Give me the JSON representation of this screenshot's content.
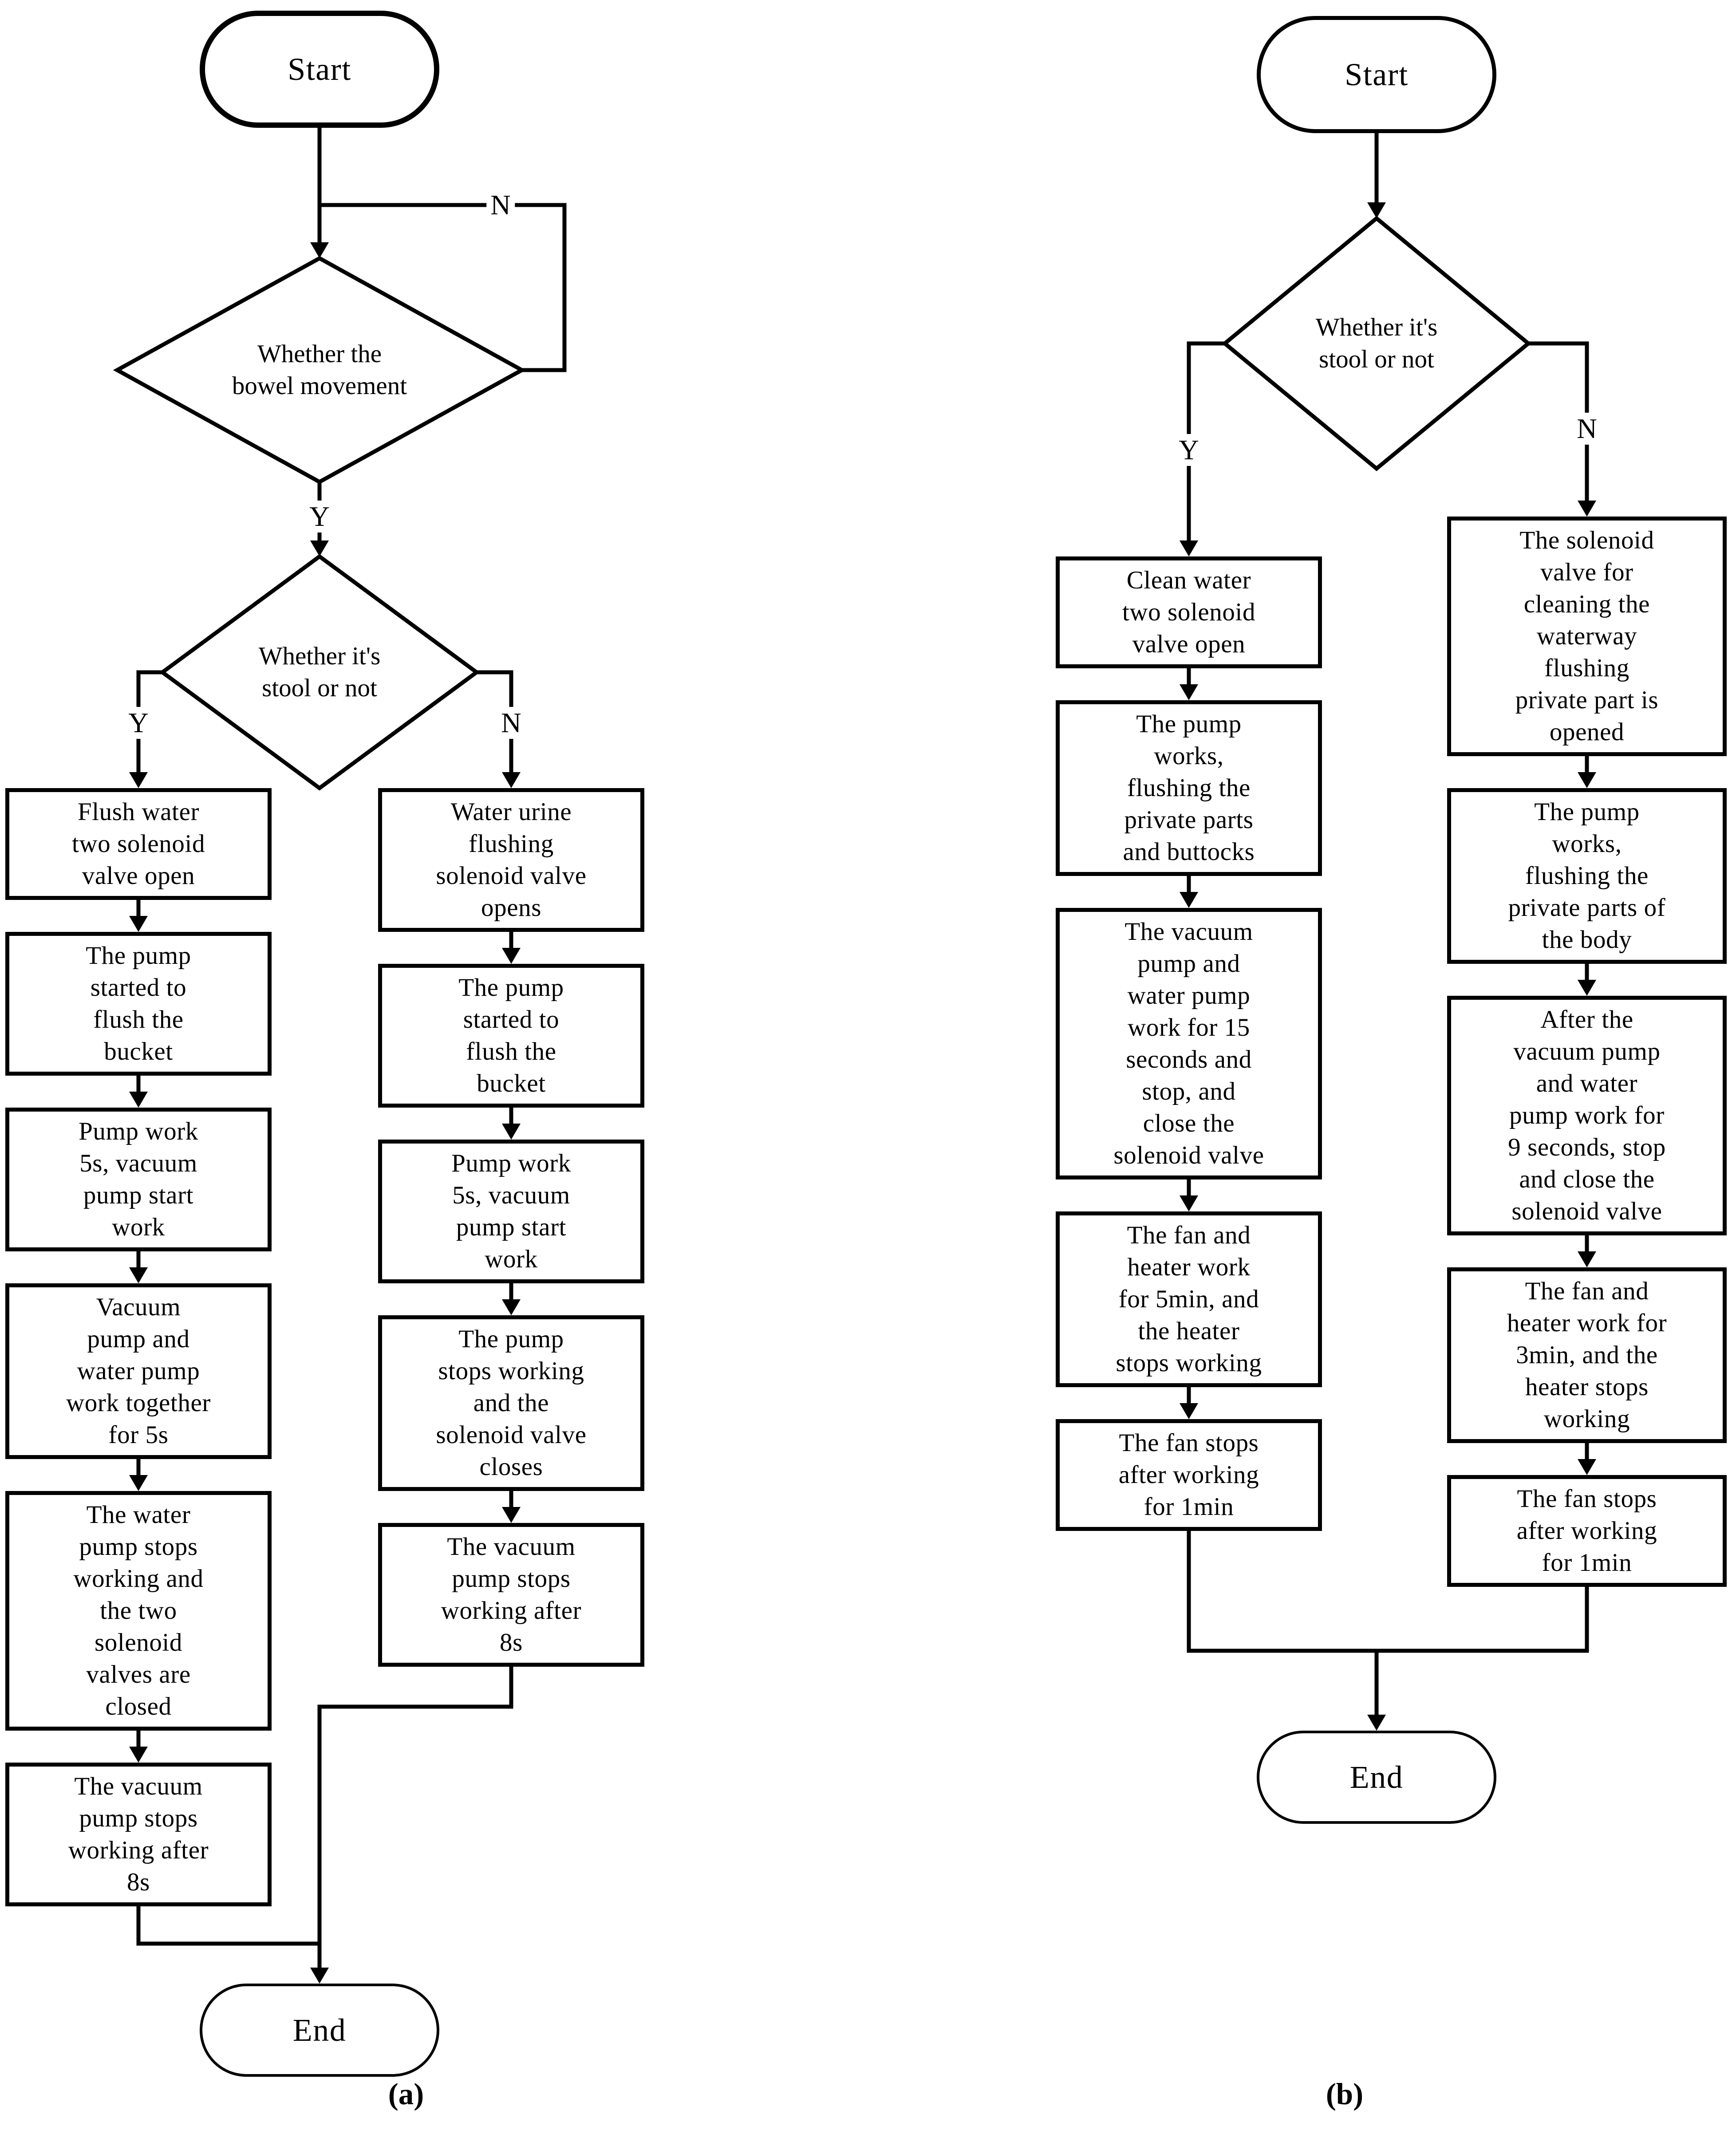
{
  "page": {
    "background": "#ffffff",
    "ink": "#000000"
  },
  "charts": [
    {
      "caption": "(a)",
      "start_label": "Start",
      "end_label": "End",
      "decision1": {
        "text": "Whether the\nbowel movement",
        "yes_label": "Y",
        "no_label": "N"
      },
      "decision2": {
        "text": "Whether it's\nstool or not",
        "yes_label": "Y",
        "no_label": "N"
      },
      "yes_branch": [
        "Flush water\ntwo solenoid\nvalve open",
        "The pump\nstarted to\nflush the\nbucket",
        "Pump work\n5s, vacuum\npump start\nwork",
        "Vacuum\npump and\nwater pump\nwork together\nfor 5s",
        "The water\npump stops\nworking and\nthe two\nsolenoid\nvalves are\nclosed",
        "The vacuum\npump stops\nworking after\n8s"
      ],
      "no_branch": [
        "Water urine\nflushing\nsolenoid valve\nopens",
        "The pump\nstarted to\nflush the\nbucket",
        "Pump work\n5s, vacuum\npump start\nwork",
        "The pump\nstops working\nand the\nsolenoid valve\ncloses",
        "The vacuum\npump stops\nworking after\n8s"
      ]
    },
    {
      "caption": "(b)",
      "start_label": "Start",
      "end_label": "End",
      "decision": {
        "text": "Whether it's\nstool or not",
        "yes_label": "Y",
        "no_label": "N"
      },
      "yes_branch": [
        "Clean water\ntwo solenoid\nvalve open",
        "The pump\nworks,\nflushing the\nprivate parts\nand buttocks",
        "The vacuum\npump and\nwater pump\nwork for 15\nseconds and\nstop, and\nclose the\nsolenoid valve",
        "The fan and\nheater work\nfor 5min, and\nthe heater\nstops working",
        "The fan stops\nafter working\nfor 1min"
      ],
      "no_branch": [
        "The solenoid\nvalve for\ncleaning the\nwaterway\nflushing\nprivate part is\nopened",
        "The pump\nworks,\nflushing the\nprivate parts of\nthe body",
        "After the\nvacuum pump\nand water\npump work for\n9 seconds, stop\nand close the\nsolenoid valve",
        "The fan and\nheater work for\n3min, and the\nheater stops\nworking",
        "The fan stops\nafter working\nfor 1min"
      ]
    }
  ]
}
